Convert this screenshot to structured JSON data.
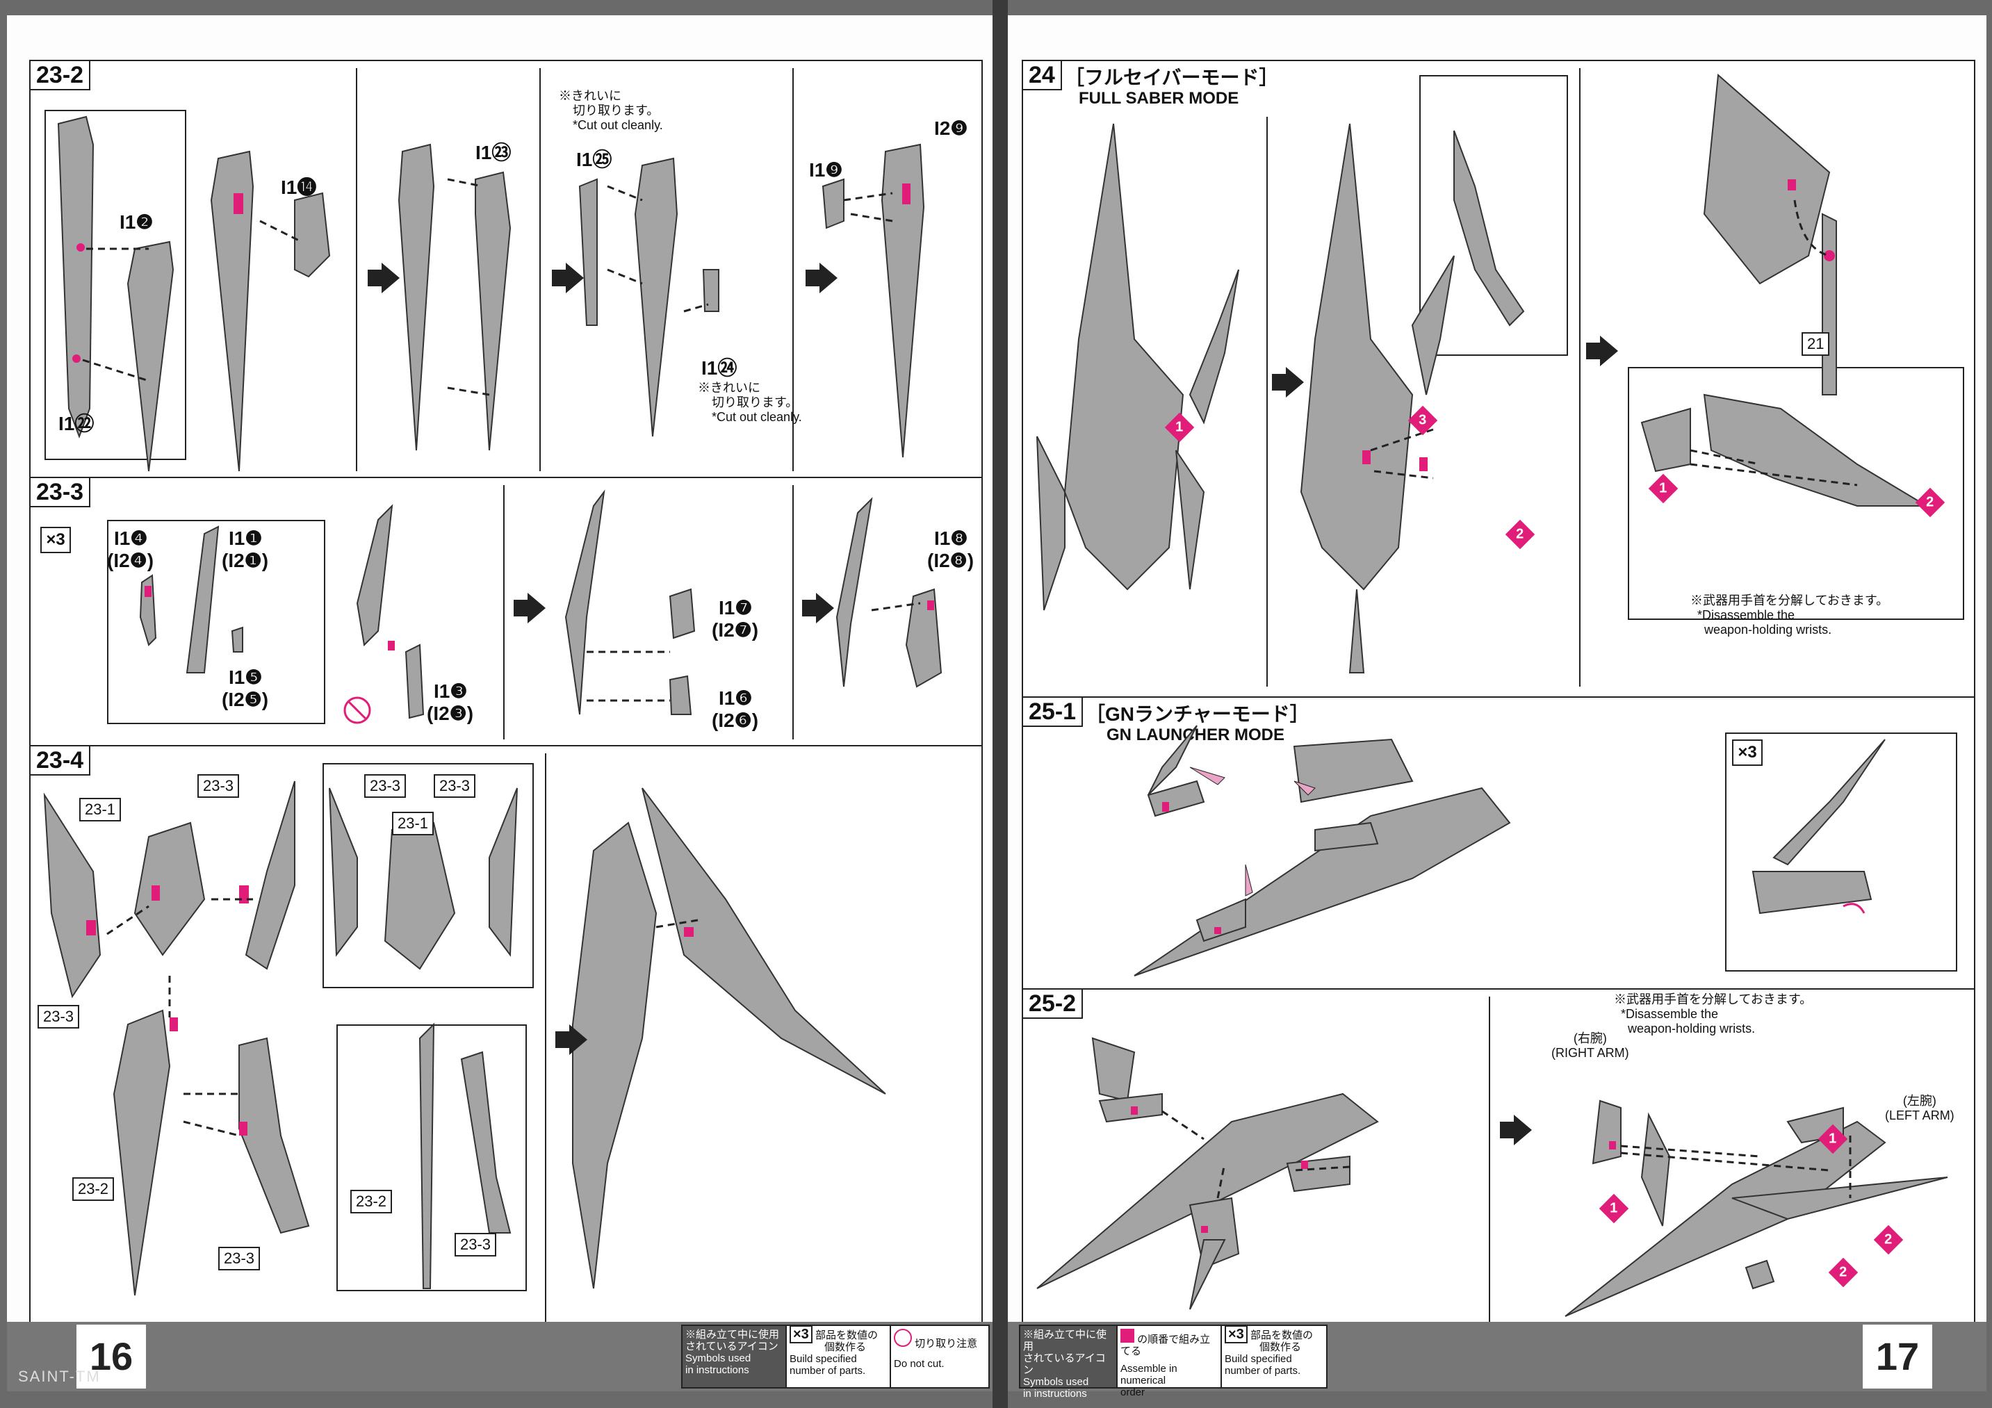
{
  "left_page": {
    "page_number": "16",
    "steps": {
      "s23_2": {
        "label": "23-2"
      },
      "s23_3": {
        "label": "23-3",
        "multiplier": "×3"
      },
      "s23_4": {
        "label": "23-4"
      }
    },
    "parts_23_2": {
      "i1_2": "I1❷",
      "i1_22": "I1㉒",
      "i1_14": "I1⓮",
      "i1_23": "I1㉓",
      "i1_25": "I1㉕",
      "i1_24": "I1㉔",
      "i1_9": "I1❾",
      "i2_9": "I2❾"
    },
    "notes_23_2": {
      "cut_ja_1": "※きれいに",
      "cut_ja_2": "切り取ります。",
      "cut_en": "*Cut out cleanly.",
      "cut2_ja_1": "※きれいに",
      "cut2_ja_2": "切り取ります。",
      "cut2_en": "*Cut out cleanly."
    },
    "parts_23_3": {
      "i1_4": "I1❹",
      "i2_4": "(I2❹)",
      "i1_1": "I1❶",
      "i2_1": "(I2❶)",
      "i1_5": "I1❺",
      "i2_5": "(I2❺)",
      "i1_3": "I1❸",
      "i2_3": "(I2❸)",
      "i1_7": "I1❼",
      "i2_7": "(I2❼)",
      "i1_6": "I1❻",
      "i2_6": "(I2❻)",
      "i1_8": "I1❽",
      "i2_8": "(I2❽)"
    },
    "tags_23_4": {
      "a": "23-3",
      "b": "23-1",
      "c": "23-3",
      "d": "23-3",
      "e": "23-3",
      "f": "23-1",
      "g": "23-2",
      "h": "23-3",
      "i": "23-2",
      "j": "23-3"
    },
    "legend": {
      "title_1": "※組み立て中に使用",
      "title_2": "されているアイコン",
      "title_en_1": "Symbols used",
      "title_en_2": "in instructions",
      "x3": "×3",
      "x3_ja_1": "部品を数値の",
      "x3_ja_2": "個数作る",
      "x3_en_1": "Build specified",
      "x3_en_2": "number of parts.",
      "cut_ja": "切り取り注意",
      "cut_en": "Do not cut."
    },
    "watermark": "SAINT-TM"
  },
  "right_page": {
    "page_number": "17",
    "steps": {
      "s24": {
        "label": "24",
        "mode_ja": "［フルセイバーモード］",
        "mode_en": "FULL SABER MODE"
      },
      "s25_1": {
        "label": "25-1",
        "mode_ja": "［GNランチャーモード］",
        "mode_en": "GN LAUNCHER MODE",
        "multiplier": "×3"
      },
      "s25_2": {
        "label": "25-2"
      }
    },
    "s24_tags": {
      "part21": "21"
    },
    "s24_badges": [
      "1",
      "3",
      "2",
      "1",
      "2"
    ],
    "s24_note": {
      "ja": "※武器用手首を分解しておきます。",
      "en_1": "*Disassemble the",
      "en_2": "weapon-holding wrists."
    },
    "s25_2_note": {
      "ja": "※武器用手首を分解しておきます。",
      "en_1": "*Disassemble the",
      "en_2": "weapon-holding wrists."
    },
    "s25_2_arms": {
      "right_ja": "(右腕)",
      "right_en": "(RIGHT ARM)",
      "left_ja": "(左腕)",
      "left_en": "(LEFT ARM)"
    },
    "s25_2_badges": [
      "1",
      "1",
      "2",
      "2"
    ],
    "legend": {
      "title_1": "※組み立て中に使用",
      "title_2": "されているアイコン",
      "title_en_1": "Symbols used",
      "title_en_2": "in instructions",
      "num_ja": "の順番で組み立てる",
      "num_en_1": "Assemble in numerical",
      "num_en_2": "order",
      "x3": "×3",
      "x3_ja_1": "部品を数値の",
      "x3_ja_2": "個数作る",
      "x3_en_1": "Build specified",
      "x3_en_2": "number of parts."
    }
  },
  "colors": {
    "accent": "#e01e7a",
    "ink": "#222222",
    "part_gray": "#9a9a9a"
  }
}
